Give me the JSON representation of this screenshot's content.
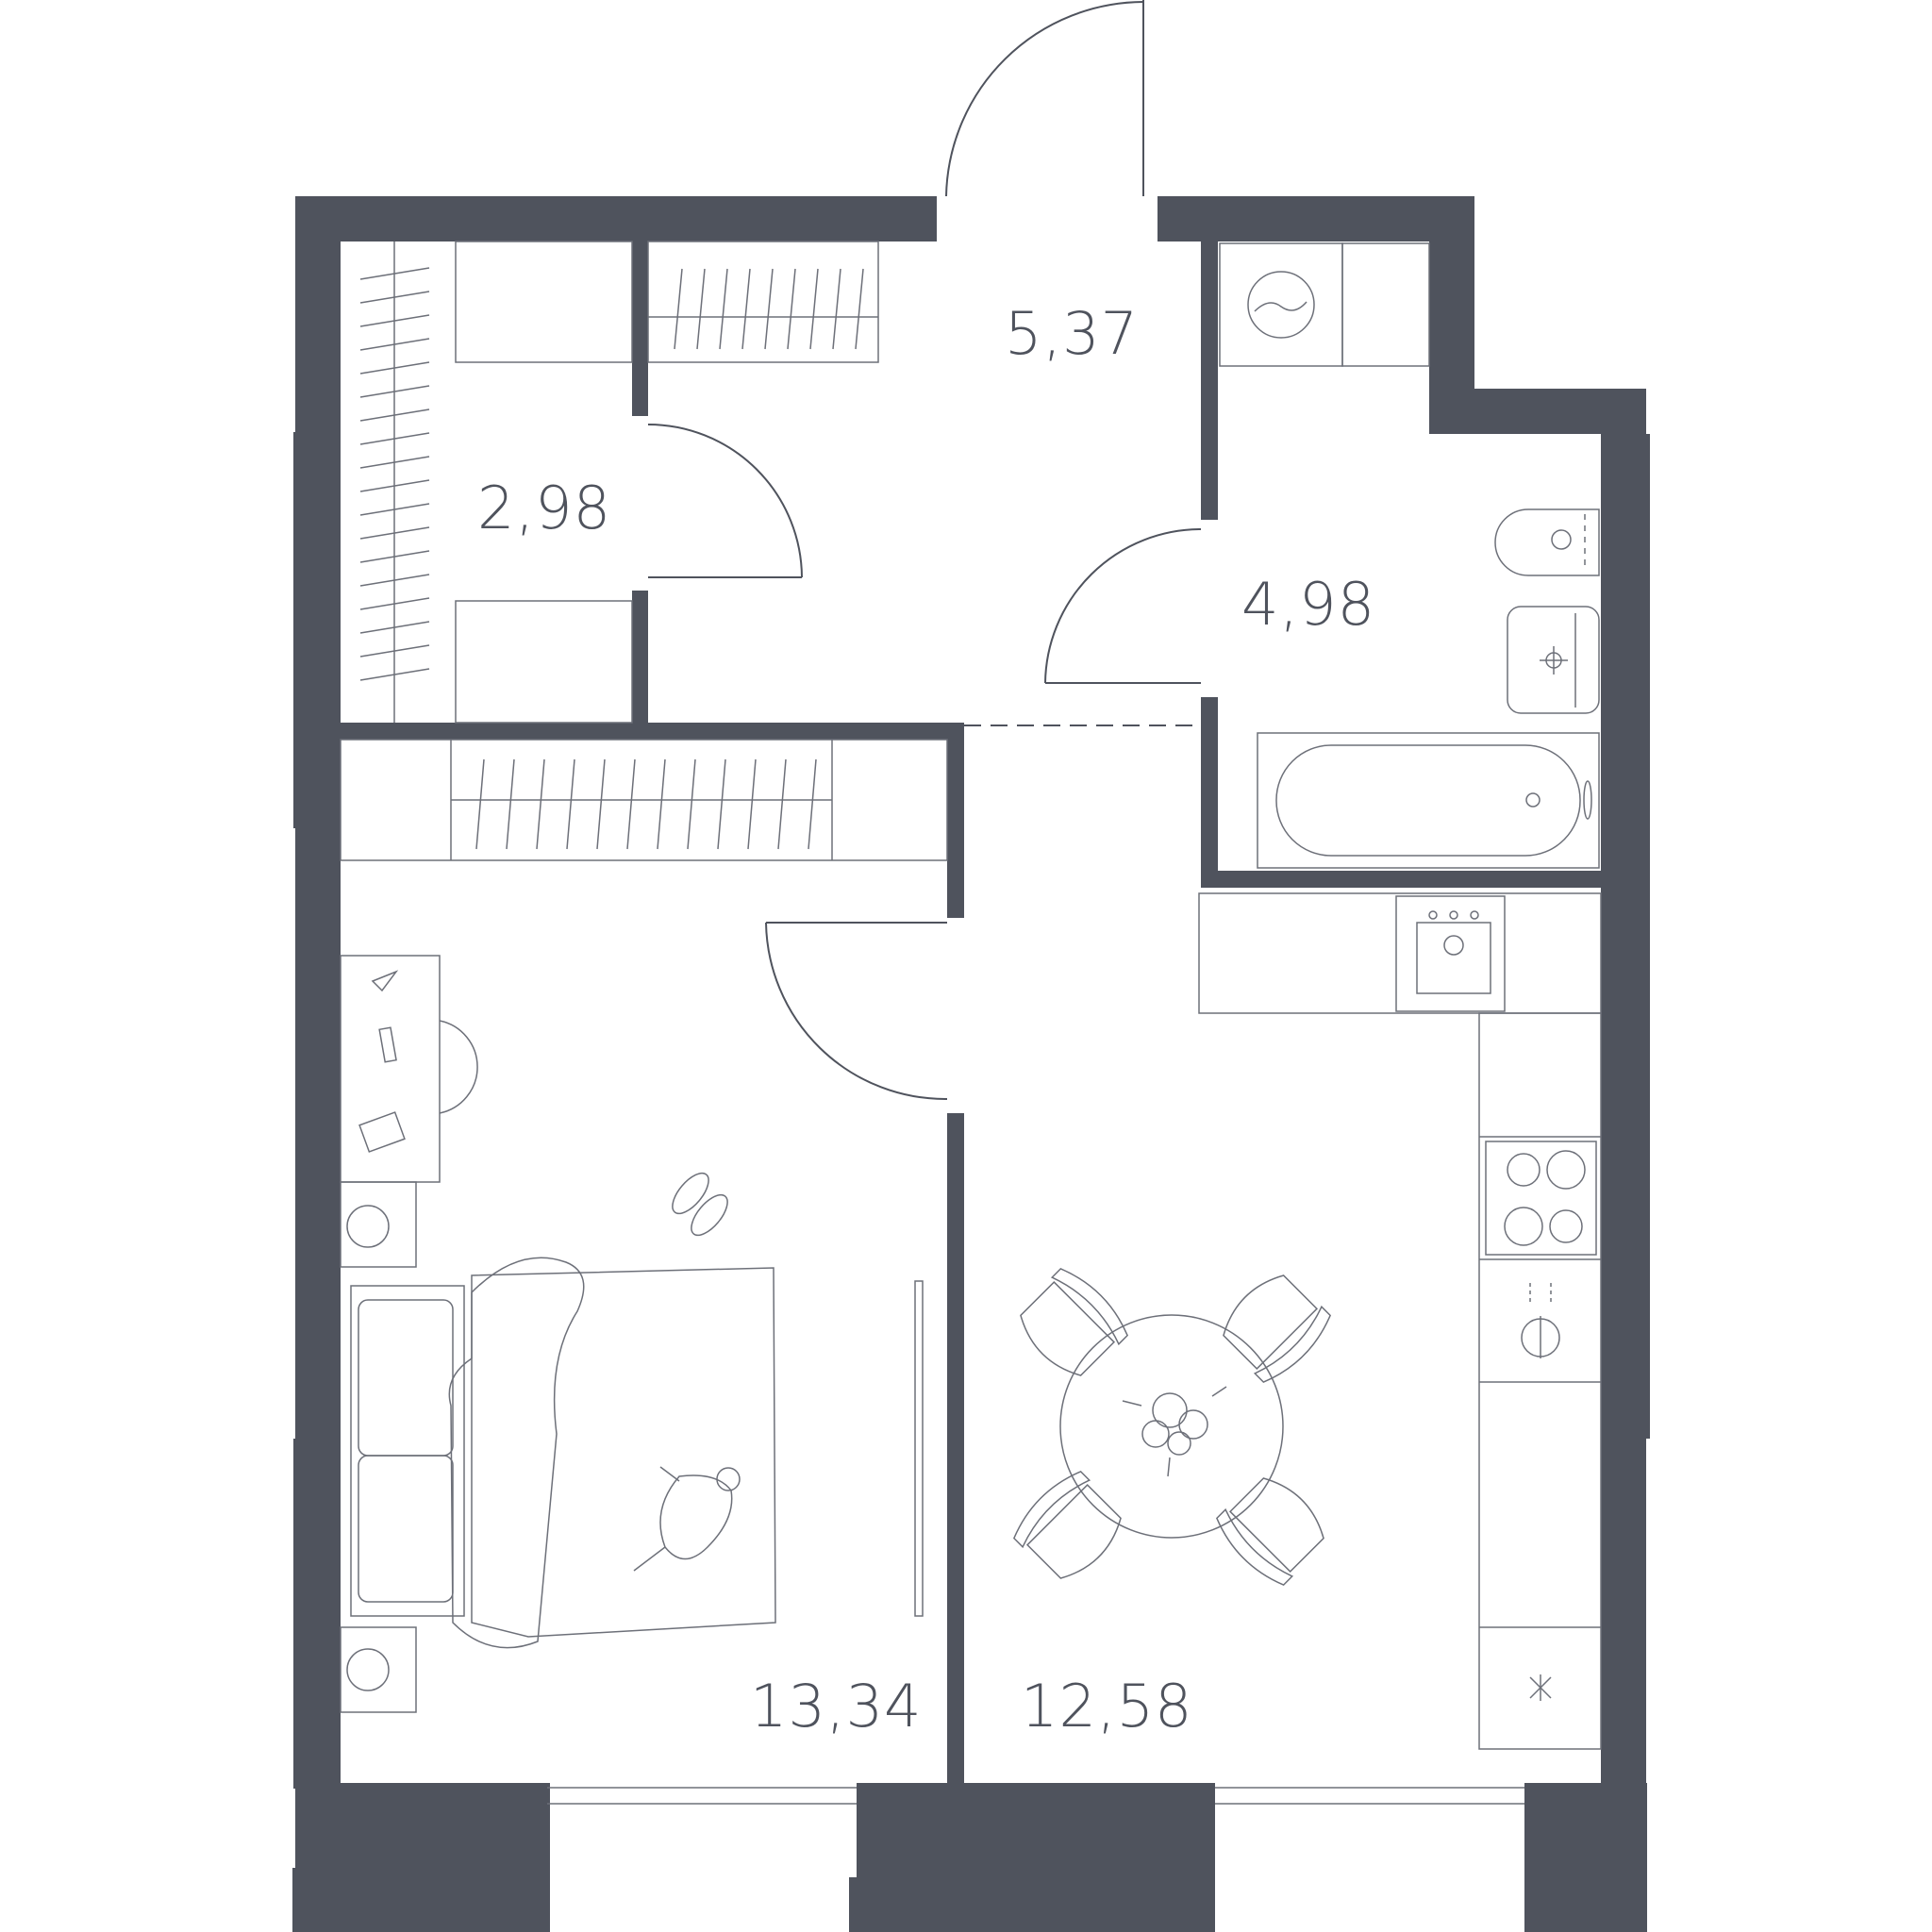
{
  "colors": {
    "wall": "#4f535d",
    "line": "#4f535d",
    "background": "#ffffff"
  },
  "rooms": [
    {
      "id": "entrance-hall",
      "area": "5,37"
    },
    {
      "id": "wardrobe",
      "area": "2,98"
    },
    {
      "id": "bathroom",
      "area": "4,98"
    },
    {
      "id": "bedroom",
      "area": "13,34"
    },
    {
      "id": "kitchen-living",
      "area": "12,58"
    }
  ],
  "icons": [
    "washing-machine-icon",
    "toilet-icon",
    "sink-icon",
    "bathtub-icon",
    "kitchen-sink-icon",
    "stove-icon",
    "faucet-icon",
    "fridge-icon",
    "dining-table-icon",
    "bed-icon",
    "desk-icon",
    "slippers-icon",
    "cat-icon",
    "heater-icon",
    "mirror-icon"
  ]
}
